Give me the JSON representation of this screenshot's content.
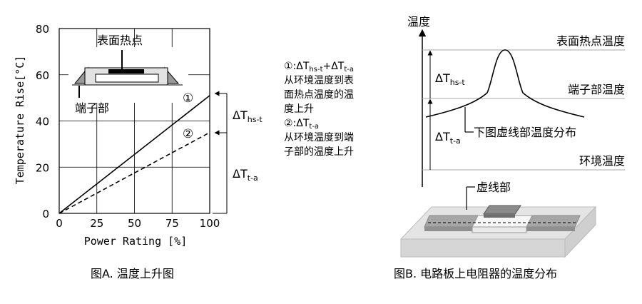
{
  "figure_a": {
    "caption": "图A. 温度上升图",
    "inset_surface_label": "表面热点",
    "inset_terminal_label": "端子部",
    "curve1_marker": "①",
    "curve2_marker": "②",
    "delta_hs_base": "ΔT",
    "delta_hs_sub": "hs-t",
    "delta_ta_base": "ΔT",
    "delta_ta_sub": "t-a"
  },
  "chart_data": {
    "type": "line",
    "xlabel": "Power Rating [%]",
    "ylabel": "Temperature Rise[°C]",
    "xlim": [
      0,
      100
    ],
    "ylim": [
      0,
      80
    ],
    "x_ticks": [
      "0",
      "25",
      "50",
      "75",
      "100"
    ],
    "y_ticks": [
      "0",
      "20",
      "40",
      "60",
      "80"
    ],
    "grid": true,
    "series": [
      {
        "x": [
          0,
          100
        ],
        "y": [
          0,
          51
        ],
        "style": "solid"
      },
      {
        "x": [
          0,
          100
        ],
        "y": [
          0,
          35
        ],
        "style": "dashed"
      }
    ]
  },
  "middle_text": {
    "line1_prefix": "①:ΔT",
    "line1_sub1": "hs-t",
    "line1_mid": "+ΔT",
    "line1_sub2": "t-a",
    "line2": "从环境温度到表",
    "line3": "面热点温度的温",
    "line4": "度上升",
    "line5_prefix": "②:ΔT",
    "line5_sub": "t-a",
    "line6": "从环境温度到端",
    "line7": "子部的温度上升"
  },
  "figure_b": {
    "caption": "图B. 电路板上电阻器的温度分布",
    "axis_title": "温度",
    "level_surface": "表面热点温度",
    "level_terminal": "端子部温度",
    "level_ambient": "环境温度",
    "curve_label": "下图虚线部温度分布",
    "delta_hs_base": "ΔT",
    "delta_hs_sub": "hs-t",
    "delta_ta_base": "ΔT",
    "delta_ta_sub": "t-a",
    "dashed_part_label": "虚线部"
  }
}
